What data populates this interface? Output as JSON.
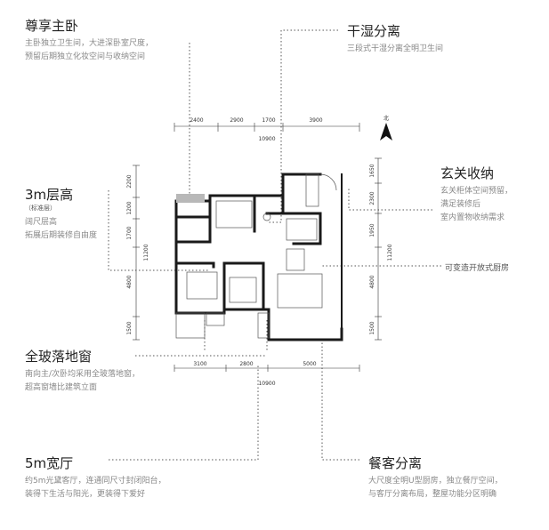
{
  "features": {
    "master_bedroom": {
      "title": "尊享主卧",
      "lines": [
        "主卧独立卫生间，大进深卧室尺度，",
        "预留后期独立化妆空间与收纳空间"
      ]
    },
    "wet_dry": {
      "title": "干湿分离",
      "lines": [
        "三段式干湿分离全明卫生间"
      ]
    },
    "storey_height": {
      "title": "3m层高",
      "subtitle": "（标准层）",
      "lines": [
        "阔尺层高",
        "拓展后期装修自由度"
      ]
    },
    "entrance_storage": {
      "title": "玄关收纳",
      "lines": [
        "玄关柜体空间预留，",
        "满足装修后",
        "室内置物收纳需求"
      ]
    },
    "kitchen_note": {
      "text": "可变造开放式厨房"
    },
    "window": {
      "title": "全玻落地窗",
      "lines": [
        "南向主/次卧均采用全玻落地窗，",
        "超高窗墙比建筑立面"
      ]
    },
    "living_width": {
      "title": "5m宽厅",
      "lines": [
        "约5m光黛客厅，连通同尺寸封闭阳台，",
        "装得下生活与阳光，更装得下爱好"
      ]
    },
    "dining_living": {
      "title": "餐客分离",
      "lines": [
        "大尺度全明U型厨房，独立餐厅空间，",
        "与客厅分离布局，整屋功能分区明确"
      ]
    }
  },
  "dimensions": {
    "top": [
      "2400",
      "2900",
      "1700",
      "3900"
    ],
    "top_total": "10900",
    "bottom": [
      "3100",
      "2800",
      "5000"
    ],
    "bottom_total": "10900",
    "left": [
      "2200",
      "1200",
      "1700",
      "4800",
      "1500"
    ],
    "left_total": "11200",
    "right": [
      "1650",
      "2300",
      "1950",
      "4800",
      "1500"
    ],
    "right_total": "11200"
  },
  "compass": {
    "label": "北"
  },
  "colors": {
    "wall": "#1a1a1a",
    "dotted": "#555555"
  }
}
